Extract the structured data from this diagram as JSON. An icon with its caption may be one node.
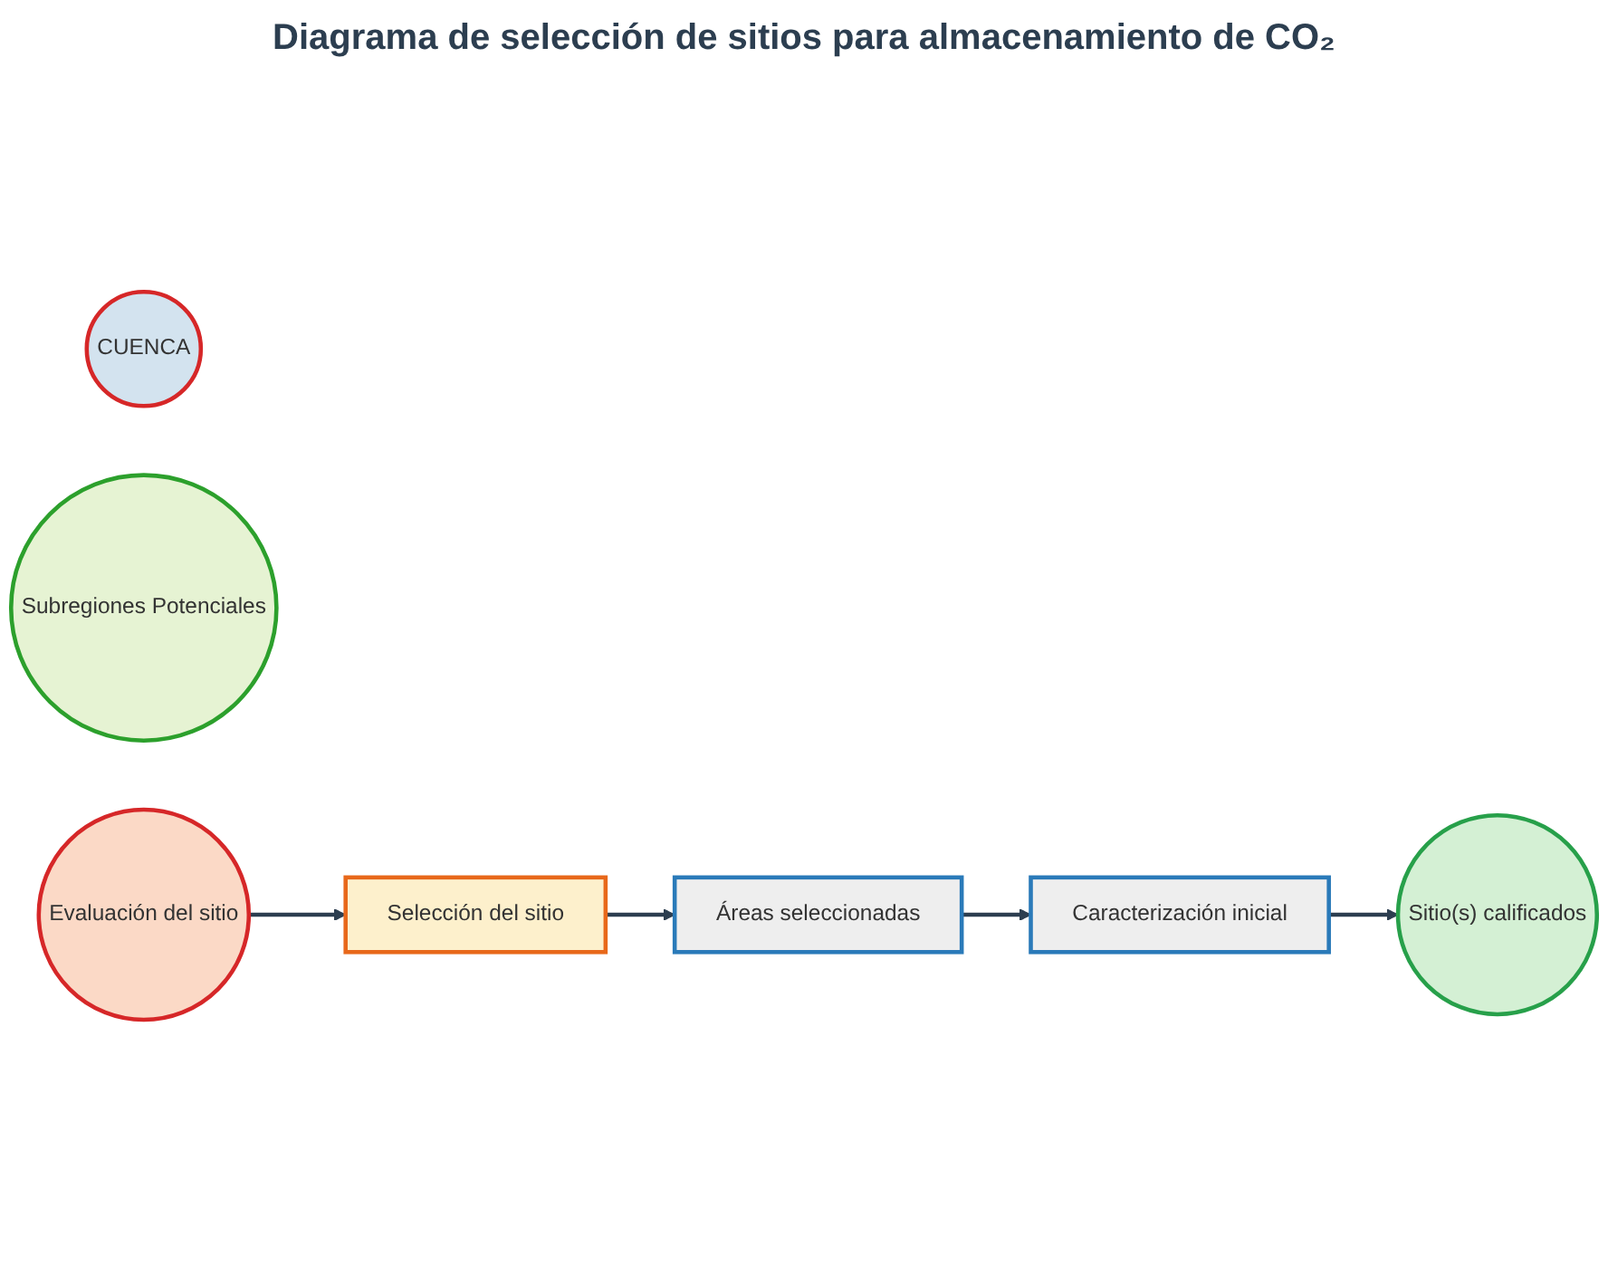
{
  "diagram": {
    "title": "Diagrama de selección de sitios para almacenamiento de CO₂",
    "nodes": [
      {
        "text": [
          "CUENCA"
        ]
      },
      {
        "text": [
          "Subregiones Potenciales"
        ]
      },
      {
        "text": [
          "Evaluación del sitio"
        ]
      },
      {
        "text": [
          "Selección del sitio"
        ]
      },
      {
        "text": [
          "Áreas seleccionadas"
        ]
      },
      {
        "text": [
          "Caracterización inicial"
        ]
      },
      {
        "text": [
          "Sitio(s) calificados"
        ]
      }
    ],
    "edges": [
      {
        "from": 2,
        "to": 3,
        "arrow": "to"
      },
      {
        "from": 3,
        "to": 4,
        "arrow": "to"
      },
      {
        "from": 4,
        "to": 5,
        "arrow": "to"
      },
      {
        "from": 5,
        "to": 6,
        "arrow": "to"
      }
    ]
  }
}
